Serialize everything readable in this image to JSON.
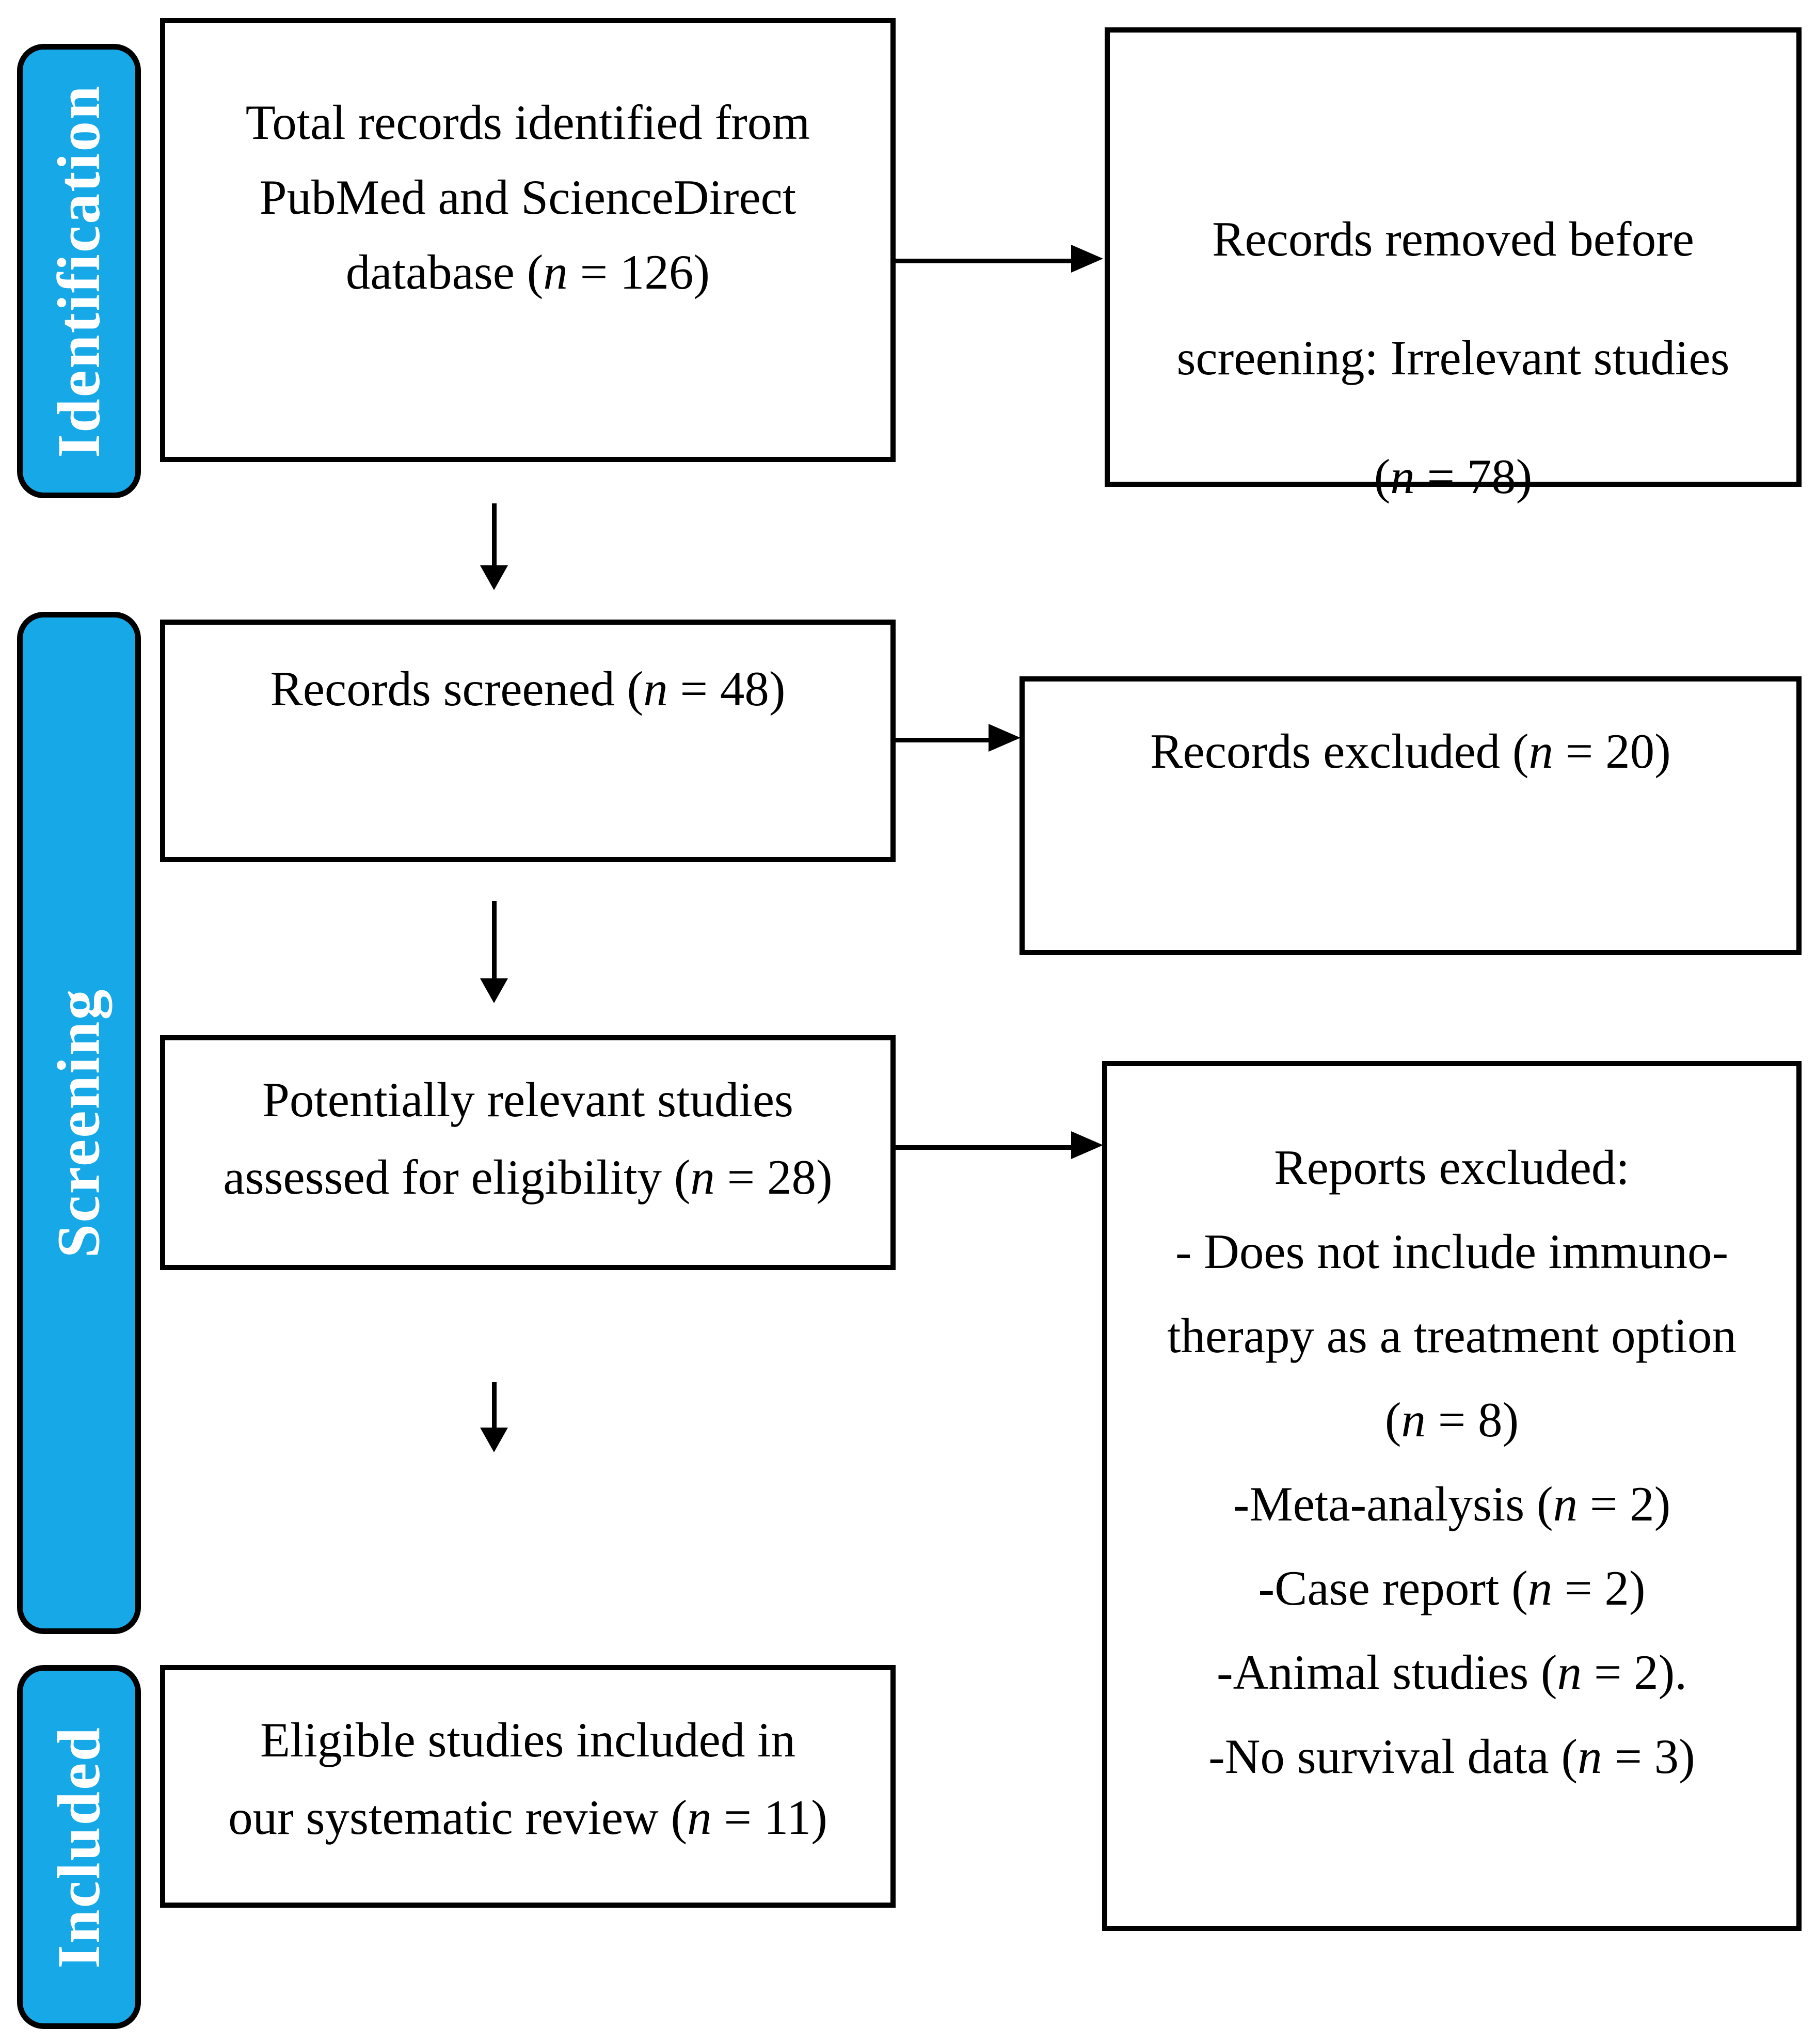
{
  "diagram": {
    "type": "prisma-flow",
    "colors": {
      "stage_fill": "#17A8E8",
      "stage_text": "#FFFFFF",
      "box_border": "#000000",
      "background": "#FFFFFF"
    },
    "stages": [
      {
        "label": "Identification"
      },
      {
        "label": "Screening"
      },
      {
        "label": "Included"
      }
    ],
    "boxes": {
      "total_records": {
        "lines": [
          "Total records identified from",
          "PubMed and ScienceDirect",
          "database (n = 126)"
        ]
      },
      "removed_before_screening": {
        "lines": [
          "Records removed before",
          "screening: Irrelevant studies",
          "(n = 78)"
        ]
      },
      "records_screened": {
        "lines": [
          "Records screened (n = 48)"
        ]
      },
      "records_excluded": {
        "lines": [
          "Records excluded (n = 20)"
        ]
      },
      "assessed_for_eligibility": {
        "lines": [
          "Potentially relevant studies",
          "assessed for eligibility (n = 28)"
        ]
      },
      "reports_excluded": {
        "lines": [
          "Reports excluded:",
          "- Does not include immuno-",
          "therapy as a treatment option",
          "(n = 8)",
          "-Meta-analysis (n = 2)",
          "-Case report (n = 2)",
          "-Animal studies (n = 2).",
          "-No survival data (n = 3)"
        ]
      },
      "eligible_included": {
        "lines": [
          "Eligible studies included in",
          "our systematic review (n = 11)"
        ]
      }
    }
  }
}
